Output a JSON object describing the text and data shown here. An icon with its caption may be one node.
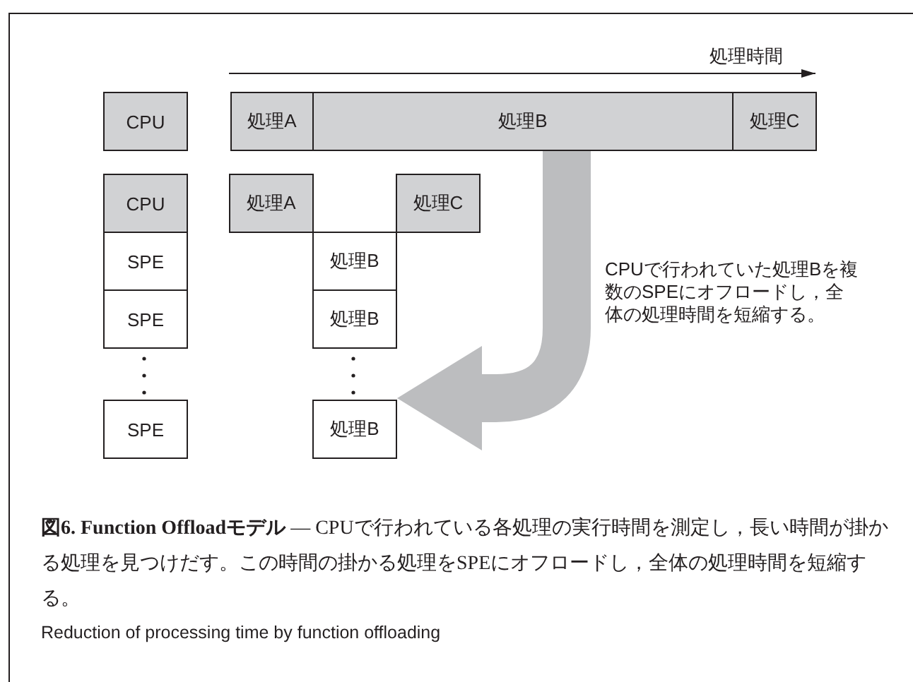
{
  "diagram": {
    "caption": "**図6. Function Offloadモデル** — CPUで行われている各処理の実行時間を測定し，長い時間が掛かる処理を見つけだす。この時間の掛かる処理をSPEにオフロードし，全体の処理時間を短縮する。",
    "nodes": [
      {
        "text": [
          "CPU"
        ]
      },
      {
        "text": [
          "処理A"
        ]
      },
      {
        "text": [
          "処理B"
        ]
      },
      {
        "text": [
          "処理C"
        ]
      },
      {
        "text": [
          "CPU"
        ]
      },
      {
        "text": [
          "処理A"
        ]
      },
      {
        "text": [
          "処理C"
        ]
      },
      {
        "text": [
          "SPE"
        ]
      },
      {
        "text": [
          "処理B"
        ]
      },
      {
        "text": [
          "SPE"
        ]
      },
      {
        "text": [
          "処理B"
        ]
      },
      {
        "text": [
          "SPE"
        ]
      },
      {
        "text": [
          "処理B"
        ]
      }
    ],
    "edges": [
      {
        "from": 2,
        "to": 12,
        "arrow": "to",
        "color": "#bcbdbf"
      }
    ],
    "labels": [
      "処理時間",
      "CPUで行われていた処理Bを複数のSPEにオフロードし，全体の処理時間を短縮する。",
      "Reduction of processing time by function offloading"
    ]
  }
}
